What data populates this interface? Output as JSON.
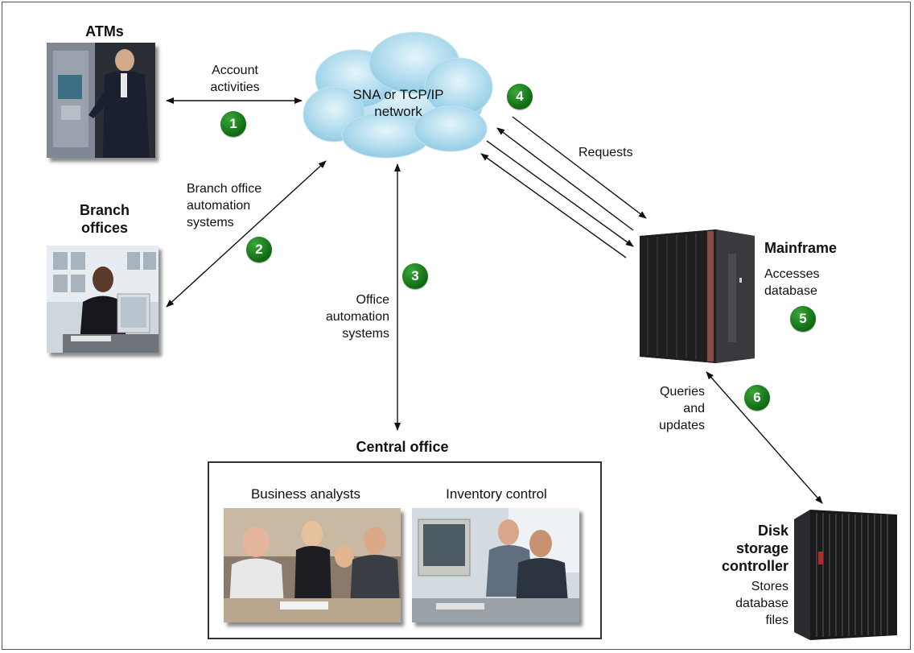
{
  "nodes": {
    "atms": "ATMs",
    "branch_offices": [
      "Branch",
      "offices"
    ],
    "network": [
      "SNA or TCP/IP",
      "network"
    ],
    "mainframe": "Mainframe",
    "mainframe_sub": [
      "Accesses",
      "database"
    ],
    "central_office": "Central office",
    "business_analysts": "Business analysts",
    "inventory_control": "Inventory control",
    "disk_storage": [
      "Disk",
      "storage",
      "controller"
    ],
    "disk_sub": [
      "Stores",
      "database",
      "files"
    ]
  },
  "edges": {
    "account_activities": [
      "Account",
      "activities"
    ],
    "branch_automation": [
      "Branch office",
      "automation",
      "systems"
    ],
    "office_automation": [
      "Office",
      "automation",
      "systems"
    ],
    "requests": "Requests",
    "queries_updates": [
      "Queries",
      "and",
      "updates"
    ]
  },
  "steps": [
    "1",
    "2",
    "3",
    "4",
    "5",
    "6"
  ],
  "colors": {
    "badge": "#1a7a1c",
    "cloud": "#a9d8ec",
    "frame": "#555555"
  }
}
